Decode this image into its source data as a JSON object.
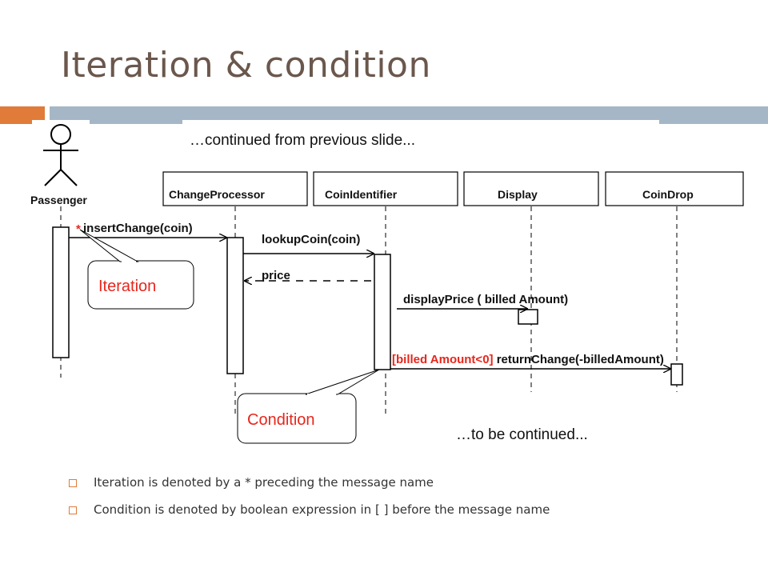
{
  "slide": {
    "title": "Iteration & condition",
    "accent_color": "#e07b39",
    "band_color": "#a5b7c6",
    "title_color": "#6b574c"
  },
  "diagram": {
    "continued_from": "…continued from previous slide...",
    "to_be_continued": "…to be continued...",
    "actor": {
      "label": "Passenger"
    },
    "objects": [
      "ChangeProcessor",
      "CoinIdentifier",
      "Display",
      "CoinDrop"
    ],
    "messages": {
      "insert_star": "*",
      "insert": "insertChange(coin)",
      "lookup": "lookupCoin(coin)",
      "price": "price",
      "display": "displayPrice ( billed Amount)",
      "return_guard": "[billed Amount<0]",
      "return": " returnChange(-billedAmount)"
    },
    "callouts": {
      "iteration": "Iteration",
      "condition": "Condition"
    },
    "callout_text_color": "#e8261c"
  },
  "bullets": [
    "Iteration is denoted by a * preceding the message name",
    "Condition is denoted by boolean expression in [ ] before the message name"
  ]
}
